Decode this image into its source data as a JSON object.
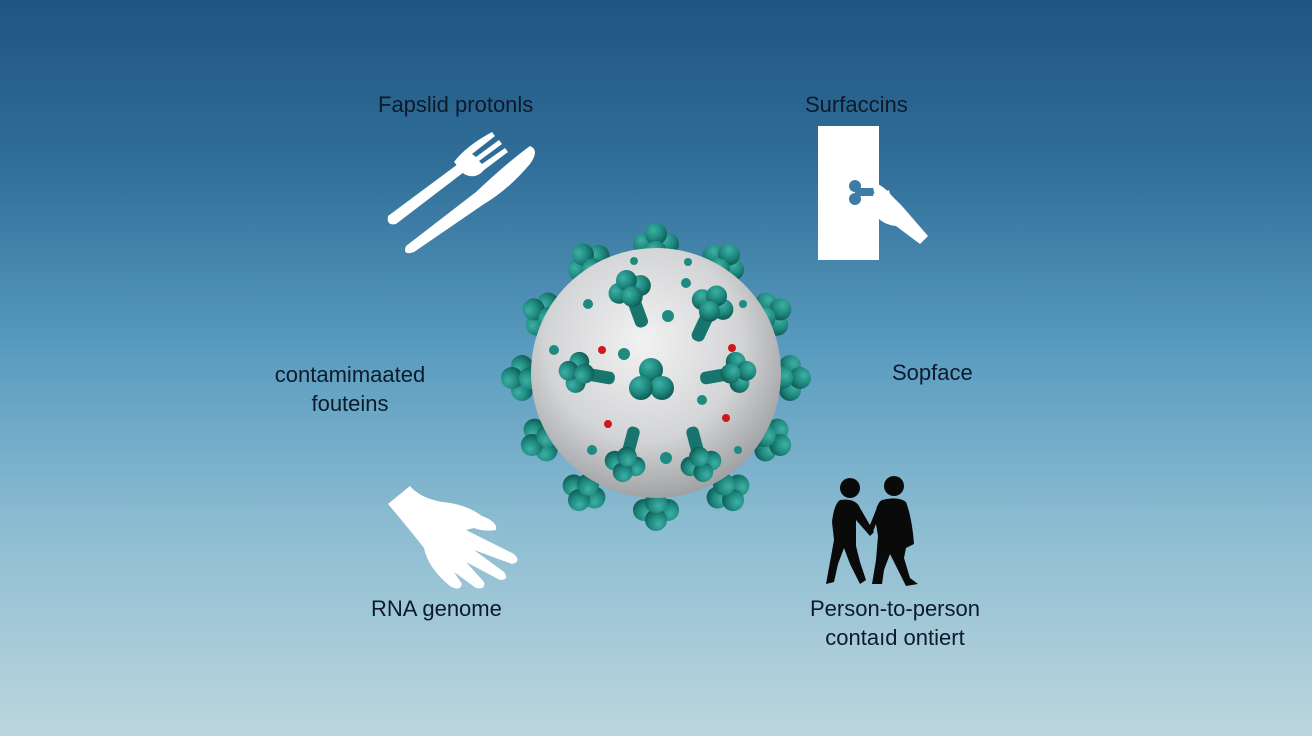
{
  "image": {
    "description": "Infographic illustrating virus transmission routes around a 3D coronavirus model",
    "background_gradient": [
      "#1f5581",
      "#5a9cc0",
      "#bcd6de"
    ],
    "colors": {
      "spike": "#1f8a80",
      "spike_dark": "#14665f",
      "virion_body": "#d9dadb",
      "marker_red": "#d01818",
      "icon_white": "#ffffff",
      "silhouette": "#0a0a0a",
      "label_text": "#0d1a2b"
    }
  },
  "labels": {
    "top_left": "Fapslid protonls",
    "top_right": "Surfaccins",
    "mid_left_line1": "contamimaated",
    "mid_left_line2": "fouteins",
    "mid_right": "Sopface",
    "bottom_left": "RNA genome",
    "bottom_right_line1": "Person-to-person",
    "bottom_right_line2": "contaıd ontiert"
  },
  "icons": {
    "top_left": "fork-knife-icon",
    "top_right": "door-handle-hand-icon",
    "bottom_left": "open-hand-icon",
    "bottom_right": "handshake-people-icon",
    "center": "coronavirus-virion"
  }
}
